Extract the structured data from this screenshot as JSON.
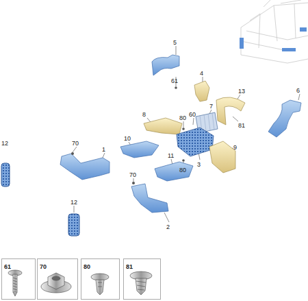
{
  "diagram": {
    "nodes": [
      {
        "text": [
          "61"
        ]
      },
      {
        "text": [
          "70"
        ]
      },
      {
        "text": [
          "80"
        ]
      },
      {
        "text": [
          "81"
        ]
      }
    ],
    "labels": [
      "5",
      "61",
      "4",
      "13",
      "6",
      "8",
      "80",
      "60",
      "7",
      "81",
      "12",
      "70",
      "1",
      "10",
      "11",
      "80",
      "3",
      "9",
      "70",
      "12",
      "2"
    ]
  }
}
